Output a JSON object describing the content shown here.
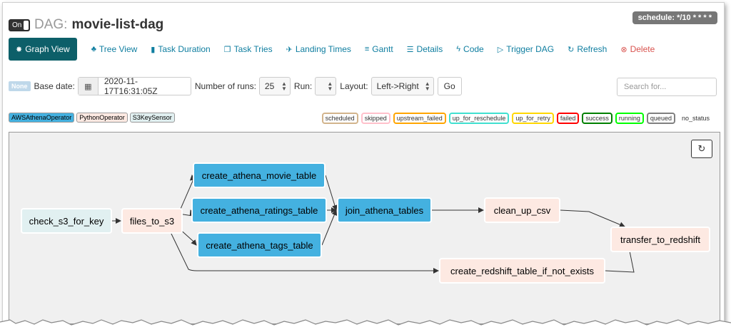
{
  "header": {
    "toggle_label": "On",
    "dag_prefix": "DAG:",
    "dag_name": "movie-list-dag",
    "schedule": "schedule: */10 * * * *"
  },
  "nav": [
    {
      "label": "Graph View",
      "icon": "asterisk-icon",
      "glyph": "✸",
      "active": true
    },
    {
      "label": "Tree View",
      "icon": "tree-icon",
      "glyph": "♣"
    },
    {
      "label": "Task Duration",
      "icon": "bar-chart-icon",
      "glyph": "▮"
    },
    {
      "label": "Task Tries",
      "icon": "duplicate-icon",
      "glyph": "❐"
    },
    {
      "label": "Landing Times",
      "icon": "plane-icon",
      "glyph": "✈"
    },
    {
      "label": "Gantt",
      "icon": "gantt-icon",
      "glyph": "≡"
    },
    {
      "label": "Details",
      "icon": "list-icon",
      "glyph": "☰"
    },
    {
      "label": "Code",
      "icon": "flash-icon",
      "glyph": "ϟ"
    },
    {
      "label": "Trigger DAG",
      "icon": "play-circle-icon",
      "glyph": "▷"
    },
    {
      "label": "Refresh",
      "icon": "refresh-icon",
      "glyph": "↻"
    },
    {
      "label": "Delete",
      "icon": "remove-circle-icon",
      "glyph": "⊗",
      "color": "#d9534f"
    }
  ],
  "toolbar": {
    "none_badge": "None",
    "base_date_label": "Base date:",
    "base_date_value": "2020-11-17T16:31:05Z",
    "num_runs_label": "Number of runs:",
    "num_runs_value": "25",
    "run_label": "Run:",
    "run_value": "",
    "layout_label": "Layout:",
    "layout_value": "Left->Right",
    "go_label": "Go",
    "search_placeholder": "Search for..."
  },
  "operators": [
    {
      "label": "AWSAthenaOperator",
      "color": "#44b1e0"
    },
    {
      "label": "PythonOperator",
      "color": "#fde9e2"
    },
    {
      "label": "S3KeySensor",
      "color": "#e1f0f1"
    }
  ],
  "states": [
    {
      "label": "scheduled",
      "color": "#d2b48c"
    },
    {
      "label": "skipped",
      "color": "#ffc0cb"
    },
    {
      "label": "upstream_failed",
      "color": "#ffa500"
    },
    {
      "label": "up_for_reschedule",
      "color": "#40e0d0"
    },
    {
      "label": "up_for_retry",
      "color": "#ffd700"
    },
    {
      "label": "failed",
      "color": "#ff0000"
    },
    {
      "label": "success",
      "color": "#008000"
    },
    {
      "label": "running",
      "color": "#00ff00"
    },
    {
      "label": "queued",
      "color": "#808080"
    },
    {
      "label": "no_status",
      "color": ""
    }
  ],
  "tasks": [
    {
      "id": "check_s3_for_key",
      "type": "s3"
    },
    {
      "id": "files_to_s3",
      "type": "python"
    },
    {
      "id": "create_athena_movie_table",
      "type": "athena"
    },
    {
      "id": "create_athena_ratings_table",
      "type": "athena"
    },
    {
      "id": "create_athena_tags_table",
      "type": "athena"
    },
    {
      "id": "join_athena_tables",
      "type": "athena"
    },
    {
      "id": "clean_up_csv",
      "type": "python"
    },
    {
      "id": "create_redshift_table_if_not_exists",
      "type": "python"
    },
    {
      "id": "transfer_to_redshift",
      "type": "python"
    }
  ],
  "edges": [
    [
      "check_s3_for_key",
      "files_to_s3"
    ],
    [
      "files_to_s3",
      "create_athena_movie_table"
    ],
    [
      "files_to_s3",
      "create_athena_ratings_table"
    ],
    [
      "files_to_s3",
      "create_athena_tags_table"
    ],
    [
      "files_to_s3",
      "create_redshift_table_if_not_exists"
    ],
    [
      "create_athena_movie_table",
      "join_athena_tables"
    ],
    [
      "create_athena_ratings_table",
      "join_athena_tables"
    ],
    [
      "create_athena_tags_table",
      "join_athena_tables"
    ],
    [
      "join_athena_tables",
      "clean_up_csv"
    ],
    [
      "clean_up_csv",
      "transfer_to_redshift"
    ],
    [
      "create_redshift_table_if_not_exists",
      "transfer_to_redshift"
    ]
  ]
}
